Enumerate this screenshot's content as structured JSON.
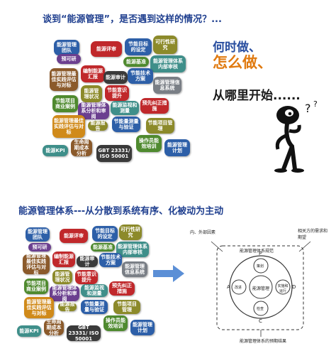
{
  "top_title": "谈到“能源管理”，是否遇到这样的情况？...",
  "bottom_title": "能源管理体系---从分散到系统有序、化被动为主动",
  "question": {
    "line1": "何时做、",
    "line2": "怎么做、",
    "line3": "从哪里开始......"
  },
  "tiles": [
    "能源管理团队",
    "能源评审",
    "节能目标的设定",
    "可行性研究",
    "预可研",
    "能源基准",
    "能源管理体系内部审核",
    "能源管理最佳实践评估与对标",
    "编制能源汇报",
    "能源审计",
    "节能技术方案",
    "能源管理状况",
    "节能意识提升",
    "能源管理信息系统",
    "节能项目商业案例",
    "能源管理体系分析和审阅",
    "能源监视和测量",
    "预先纠正措施",
    "能源管理最佳实践评估与对标",
    "能源报告",
    "节能量测量与验证",
    "节能项目管理",
    "能源KPI",
    "生命周期成本分析",
    "GBT 23331/ ISO 50001",
    "操作员能效培训",
    "能源管理计划"
  ],
  "diagram": {
    "outer_left": "内、外部因素",
    "outer_right": "相关方的需求和期望",
    "system_label": "能源管理体系规范",
    "center": "能源管理",
    "p": "P",
    "d": "D",
    "c": "C",
    "a": "A",
    "node_top": "策划",
    "node_right": "实施和运行",
    "node_bottom": "检查",
    "node_left": "改进",
    "bottom_label": "能源管理体系的预期结果"
  }
}
